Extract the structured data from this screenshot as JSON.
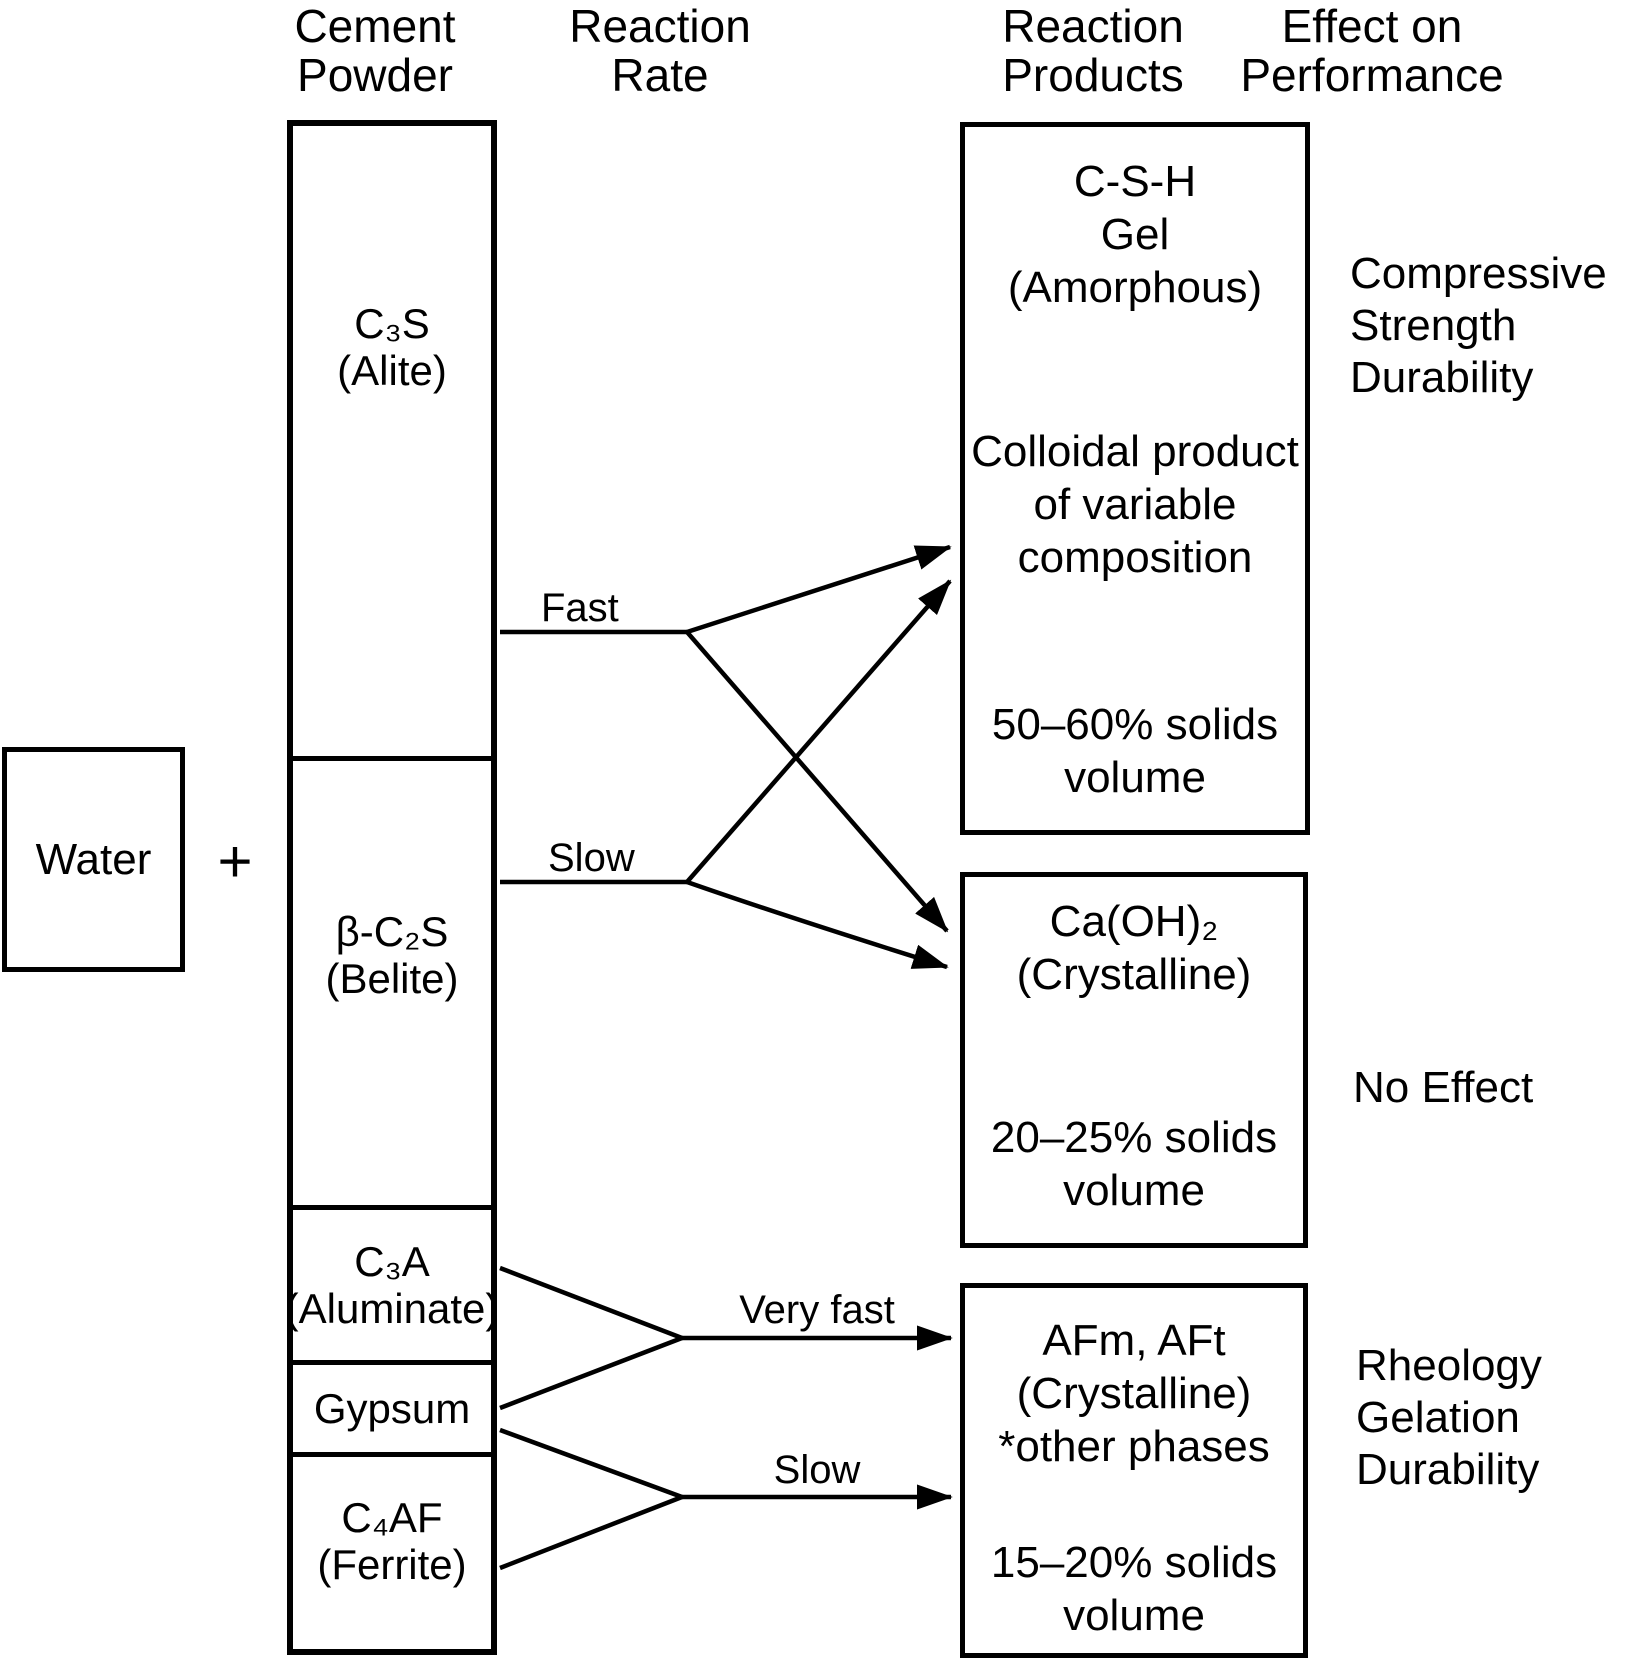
{
  "columns": {
    "cement_powder": "Cement\nPowder",
    "reaction_rate": "Reaction\nRate",
    "reaction_products": "Reaction\nProducts",
    "effect_on_performance": "Effect on\nPerformance"
  },
  "water": {
    "label": "Water",
    "plus_sign": "+"
  },
  "cement_powder": {
    "segments": [
      {
        "name": "c3s-alite",
        "label": "C₃S\n(Alite)"
      },
      {
        "name": "beta-c2s-belite",
        "label": "β-C₂S\n(Belite)"
      },
      {
        "name": "c3a-aluminate",
        "label": "C₃A\n(Aluminate)"
      },
      {
        "name": "gypsum",
        "label": "Gypsum"
      },
      {
        "name": "c4af-ferrite",
        "label": "C₄AF\n(Ferrite)"
      }
    ]
  },
  "reaction_rates": {
    "c3s_rate": "Fast",
    "c2s_rate": "Slow",
    "c3a_gypsum_rate": "Very fast",
    "gypsum_c4af_rate": "Slow"
  },
  "reaction_products": [
    {
      "name": "csh-gel",
      "title": "C-S-H\nGel\n(Amorphous)",
      "description": "Colloidal product\nof variable\ncomposition",
      "solids_volume": "50–60% solids\nvolume"
    },
    {
      "name": "calcium-hydroxide",
      "title": "Ca(OH)₂\n(Crystalline)",
      "solids_volume": "20–25% solids\nvolume"
    },
    {
      "name": "afm-aft",
      "title": "AFm, AFt\n(Crystalline)\n*other phases",
      "solids_volume": "15–20% solids\nvolume"
    }
  ],
  "effects": [
    {
      "name": "csh-effect",
      "label": "Compressive\nStrength\nDurability"
    },
    {
      "name": "caoh2-effect",
      "label": "No Effect"
    },
    {
      "name": "afm-effect",
      "label": "Rheology\nGelation\nDurability"
    }
  ],
  "colors": {
    "ink": "#000000",
    "background": "#ffffff"
  }
}
